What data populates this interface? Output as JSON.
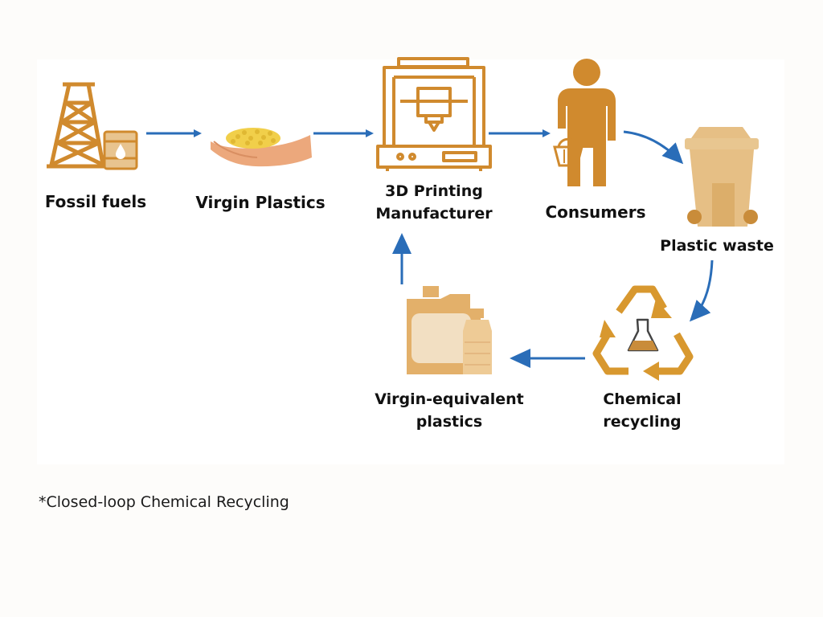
{
  "diagram": {
    "nodes": {
      "fossil_fuels": {
        "label": "Fossil fuels",
        "icon": "oil-derrick-icon"
      },
      "virgin_plastics": {
        "label": "Virgin Plastics",
        "icon": "plastic-pellets-hand-icon"
      },
      "printing_manufacturer": {
        "label_line1": "3D Printing",
        "label_line2": "Manufacturer",
        "icon": "3d-printer-icon"
      },
      "consumers": {
        "label": "Consumers",
        "icon": "person-with-basket-icon"
      },
      "plastic_waste": {
        "label": "Plastic waste",
        "icon": "waste-bin-icon"
      },
      "chemical_recycling": {
        "label_line1": "Chemical",
        "label_line2": "recycling",
        "icon": "recycle-flask-icon"
      },
      "virgin_equivalent": {
        "label_line1": "Virgin-equivalent",
        "label_line2": "plastics",
        "icon": "plastic-containers-icon"
      }
    },
    "edges": [
      {
        "from": "fossil_fuels",
        "to": "virgin_plastics"
      },
      {
        "from": "virgin_plastics",
        "to": "printing_manufacturer"
      },
      {
        "from": "printing_manufacturer",
        "to": "consumers"
      },
      {
        "from": "consumers",
        "to": "plastic_waste"
      },
      {
        "from": "plastic_waste",
        "to": "chemical_recycling"
      },
      {
        "from": "chemical_recycling",
        "to": "virgin_equivalent"
      },
      {
        "from": "virgin_equivalent",
        "to": "printing_manufacturer"
      }
    ],
    "colors": {
      "icon_orange": "#d08a2e",
      "icon_tan": "#e6bf85",
      "arrow_blue": "#2a6db8",
      "label_text": "#111111"
    }
  },
  "footnote": "*Closed-loop Chemical Recycling"
}
